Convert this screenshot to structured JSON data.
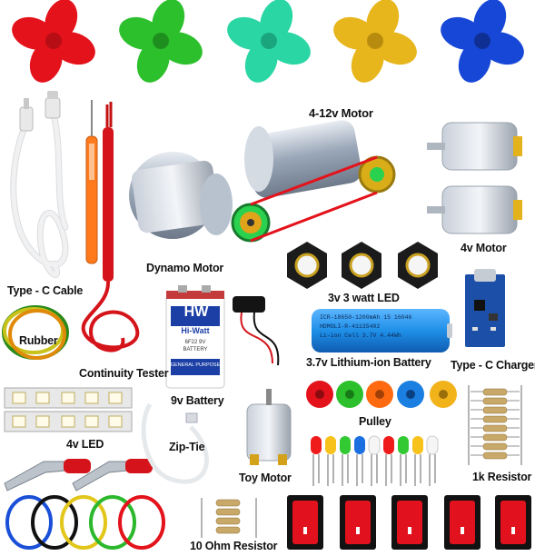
{
  "labels": {
    "motor_4_12v": "4-12v Motor",
    "type_c_cable": "Type - C Cable",
    "dynamo_motor": "Dynamo Motor",
    "motor_4v": "4v Motor",
    "led_3v_3w": "3v 3 watt LED",
    "rubber": "Rubber",
    "type_c_charger": "Type - C Charger",
    "lithium_battery": "3.7v Lithium-ion Battery",
    "continuity_tester": "Continuity Tester",
    "battery_9v": "9v Battery",
    "pulley": "Pulley",
    "led_4v": "4v LED",
    "zip_tie": "Zip-Tie",
    "resistor_1k": "1k Resistor",
    "toy_motor": "Toy Motor",
    "resistor_10ohm": "10 Ohm Resistor"
  },
  "battery_9v_print": {
    "brand": "HW",
    "name": "Hi-Watt",
    "code": "6F22 9V",
    "type": "BATTERY",
    "purpose": "GENERAL PURPOSE"
  },
  "lithium_print": {
    "line1": "ICR-18650-1200mAh  15 16046",
    "line2": "HDMGLI-R-41135402",
    "line3": "Li-ion Cell 3.7V  4.44Wh"
  },
  "colors": {
    "fan_red": "#e3121b",
    "fan_green": "#2cc02c",
    "fan_teal": "#2ad6a4",
    "fan_yellow": "#e7b51c",
    "fan_blue": "#1747d6",
    "battery_blue": "#1f8fe8",
    "pcb_blue": "#1c4fa8",
    "switch_red": "#e1121d"
  }
}
